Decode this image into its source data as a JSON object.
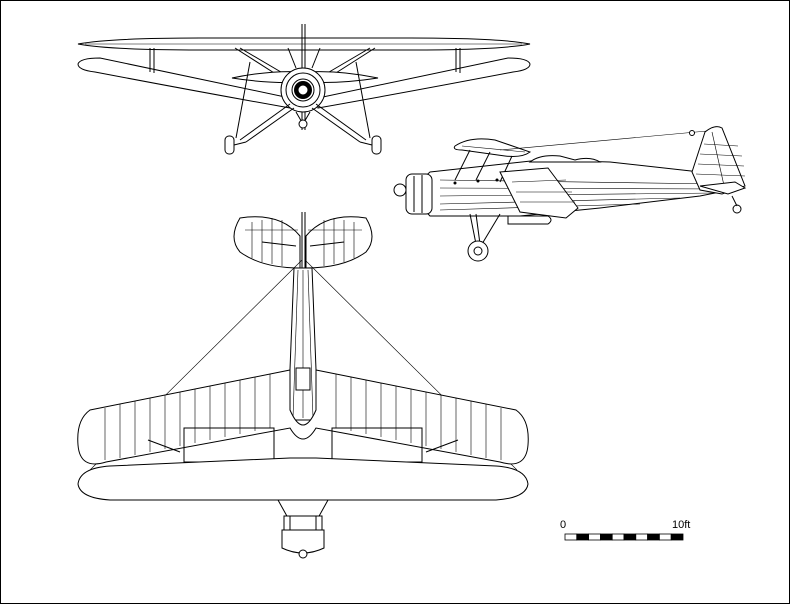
{
  "scale_bar": {
    "start_label": "0",
    "end_label": "10ft",
    "segments": 10
  },
  "colors": {
    "line": "#000000",
    "background": "#ffffff"
  }
}
